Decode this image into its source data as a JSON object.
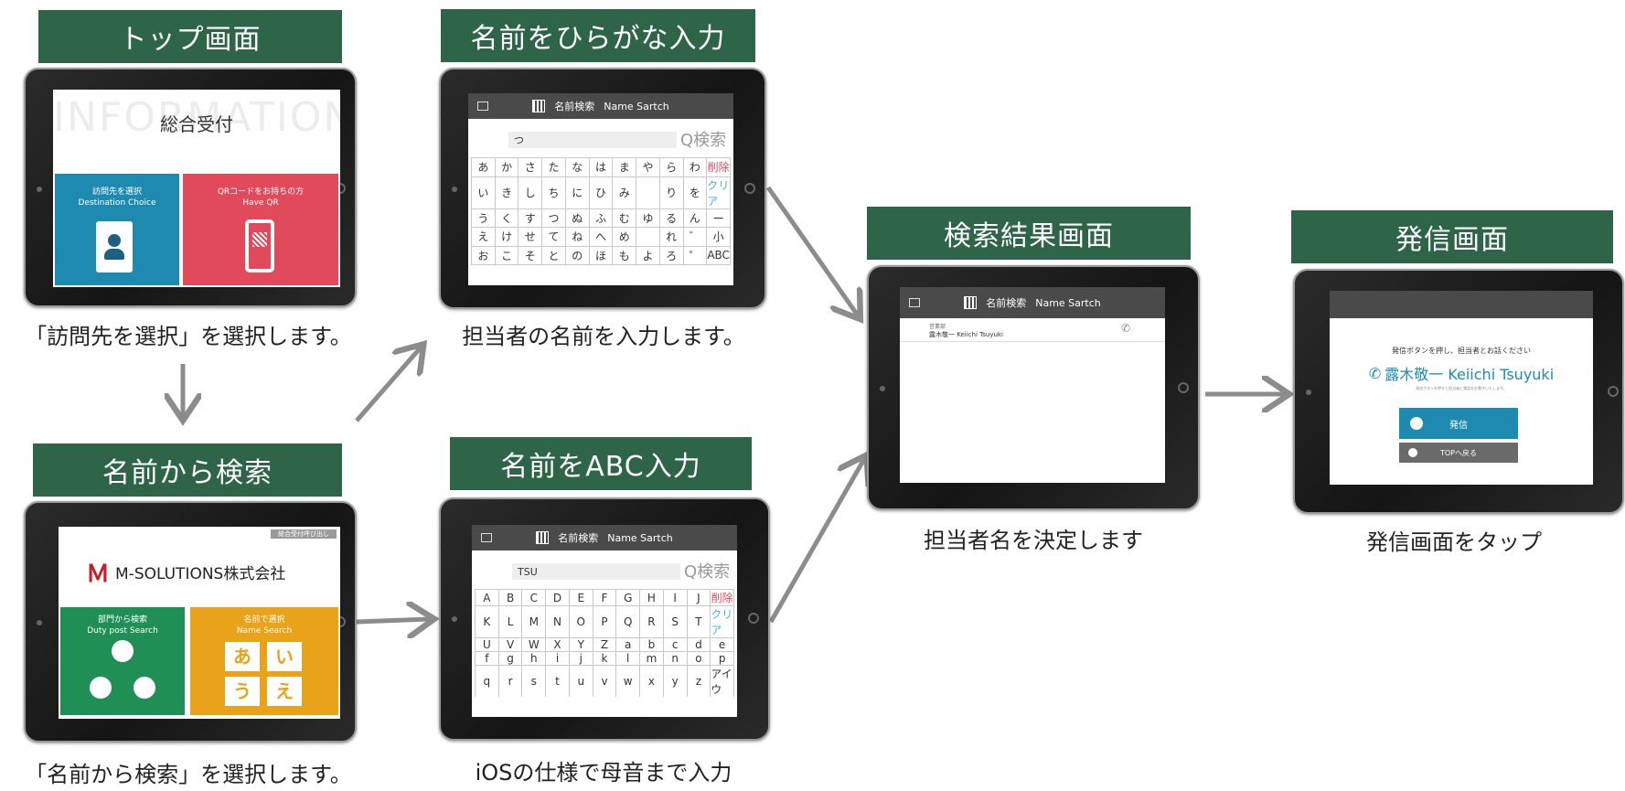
{
  "colors": {
    "banner": "#2e6548",
    "blue_panel": "#1f8ab0",
    "red_panel": "#e04a5a",
    "green_panel": "#1f8f55",
    "orange_panel": "#e8a31a",
    "arrow": "#8c8c8c",
    "dark_header": "#4a4a4a",
    "call_blue": "#1f8ab0"
  },
  "steps": {
    "top": {
      "title": "トップ画面",
      "caption": "「訪問先を選択」を選択します。"
    },
    "hiragana": {
      "title": "名前をひらがな入力",
      "caption": "担当者の名前を入力します。"
    },
    "name_search": {
      "title": "名前から検索",
      "caption": "「名前から検索」を選択します。"
    },
    "abc": {
      "title": "名前をABC入力",
      "caption": "iOSの仕様で母音まで入力"
    },
    "result": {
      "title": "検索結果画面",
      "caption": "担当者名を決定します"
    },
    "call": {
      "title": "発信画面",
      "caption": "発信画面をタップ"
    }
  },
  "screen_top": {
    "watermark": "INFORMATION",
    "title": "総合受付",
    "left_panel": {
      "line1": "訪問先を選択",
      "line2": "Destination Choice",
      "icon": "person-card-icon"
    },
    "right_panel": {
      "line1": "QRコードをお持ちの方",
      "line2": "Have QR",
      "icon": "phone-qr-icon"
    }
  },
  "screen_search_header": {
    "label": "名前検索",
    "label_en": "Name Sartch"
  },
  "screen_hiragana": {
    "query": "つ",
    "search_btn": "Q検索",
    "keys": [
      "あ",
      "か",
      "さ",
      "た",
      "な",
      "は",
      "ま",
      "や",
      "ら",
      "わ",
      "削除",
      "い",
      "き",
      "し",
      "ち",
      "に",
      "ひ",
      "み",
      "",
      "り",
      "を",
      "クリア",
      "う",
      "く",
      "す",
      "つ",
      "ぬ",
      "ふ",
      "む",
      "ゆ",
      "る",
      "ん",
      "ー",
      "え",
      "け",
      "せ",
      "て",
      "ね",
      "へ",
      "め",
      "",
      "れ",
      "゛",
      "小",
      "お",
      "こ",
      "そ",
      "と",
      "の",
      "ほ",
      "も",
      "よ",
      "ろ",
      "゜",
      "ABC"
    ]
  },
  "screen_name_search": {
    "badge": "総合受付呼び出し",
    "company": "M-SOLUTIONS株式会社",
    "left_panel": {
      "line1": "部門から検索",
      "line2": "Duty post Search",
      "icon": "group-people-icon"
    },
    "right_panel": {
      "line1": "名前で選択",
      "line2": "Name Search"
    },
    "kana": [
      "あ",
      "い",
      "う",
      "え"
    ]
  },
  "screen_abc": {
    "query": "TSU",
    "search_btn": "Q検索",
    "keys": [
      "A",
      "B",
      "C",
      "D",
      "E",
      "F",
      "G",
      "H",
      "I",
      "J",
      "削除",
      "K",
      "L",
      "M",
      "N",
      "O",
      "P",
      "Q",
      "R",
      "S",
      "T",
      "クリア",
      "U",
      "V",
      "W",
      "X",
      "Y",
      "Z",
      "a",
      "b",
      "c",
      "d",
      "e",
      "f",
      "g",
      "h",
      "i",
      "j",
      "k",
      "l",
      "m",
      "n",
      "o",
      "p",
      "q",
      "r",
      "s",
      "t",
      "u",
      "v",
      "w",
      "x",
      "y",
      "z",
      "アイウ"
    ]
  },
  "screen_result": {
    "row_small": "営業部",
    "row_name": "露木敬一 Keiichi Tsuyuki",
    "row_icon": "phone-icon"
  },
  "screen_call": {
    "instruction": "発信ボタンを押し、担当者とお話ください",
    "person": "露木敬一 Keiichi Tsuyuki",
    "note": "発信ボタンを押すと担当者に電話をお繋ぎいたします。",
    "call_btn": "発信",
    "back_btn": "TOPへ戻る"
  }
}
